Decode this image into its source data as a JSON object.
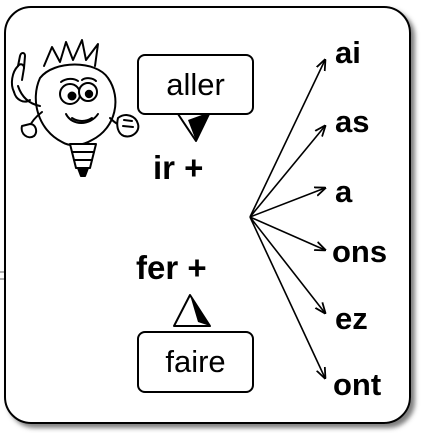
{
  "box_top": "aller",
  "box_bottom": "faire",
  "stem_top": "ir +",
  "stem_bottom": "fer +",
  "endings": [
    "ai",
    "as",
    "a",
    "ons",
    "ez",
    "ont"
  ],
  "illustration": "lightbulb-mascot-icon"
}
